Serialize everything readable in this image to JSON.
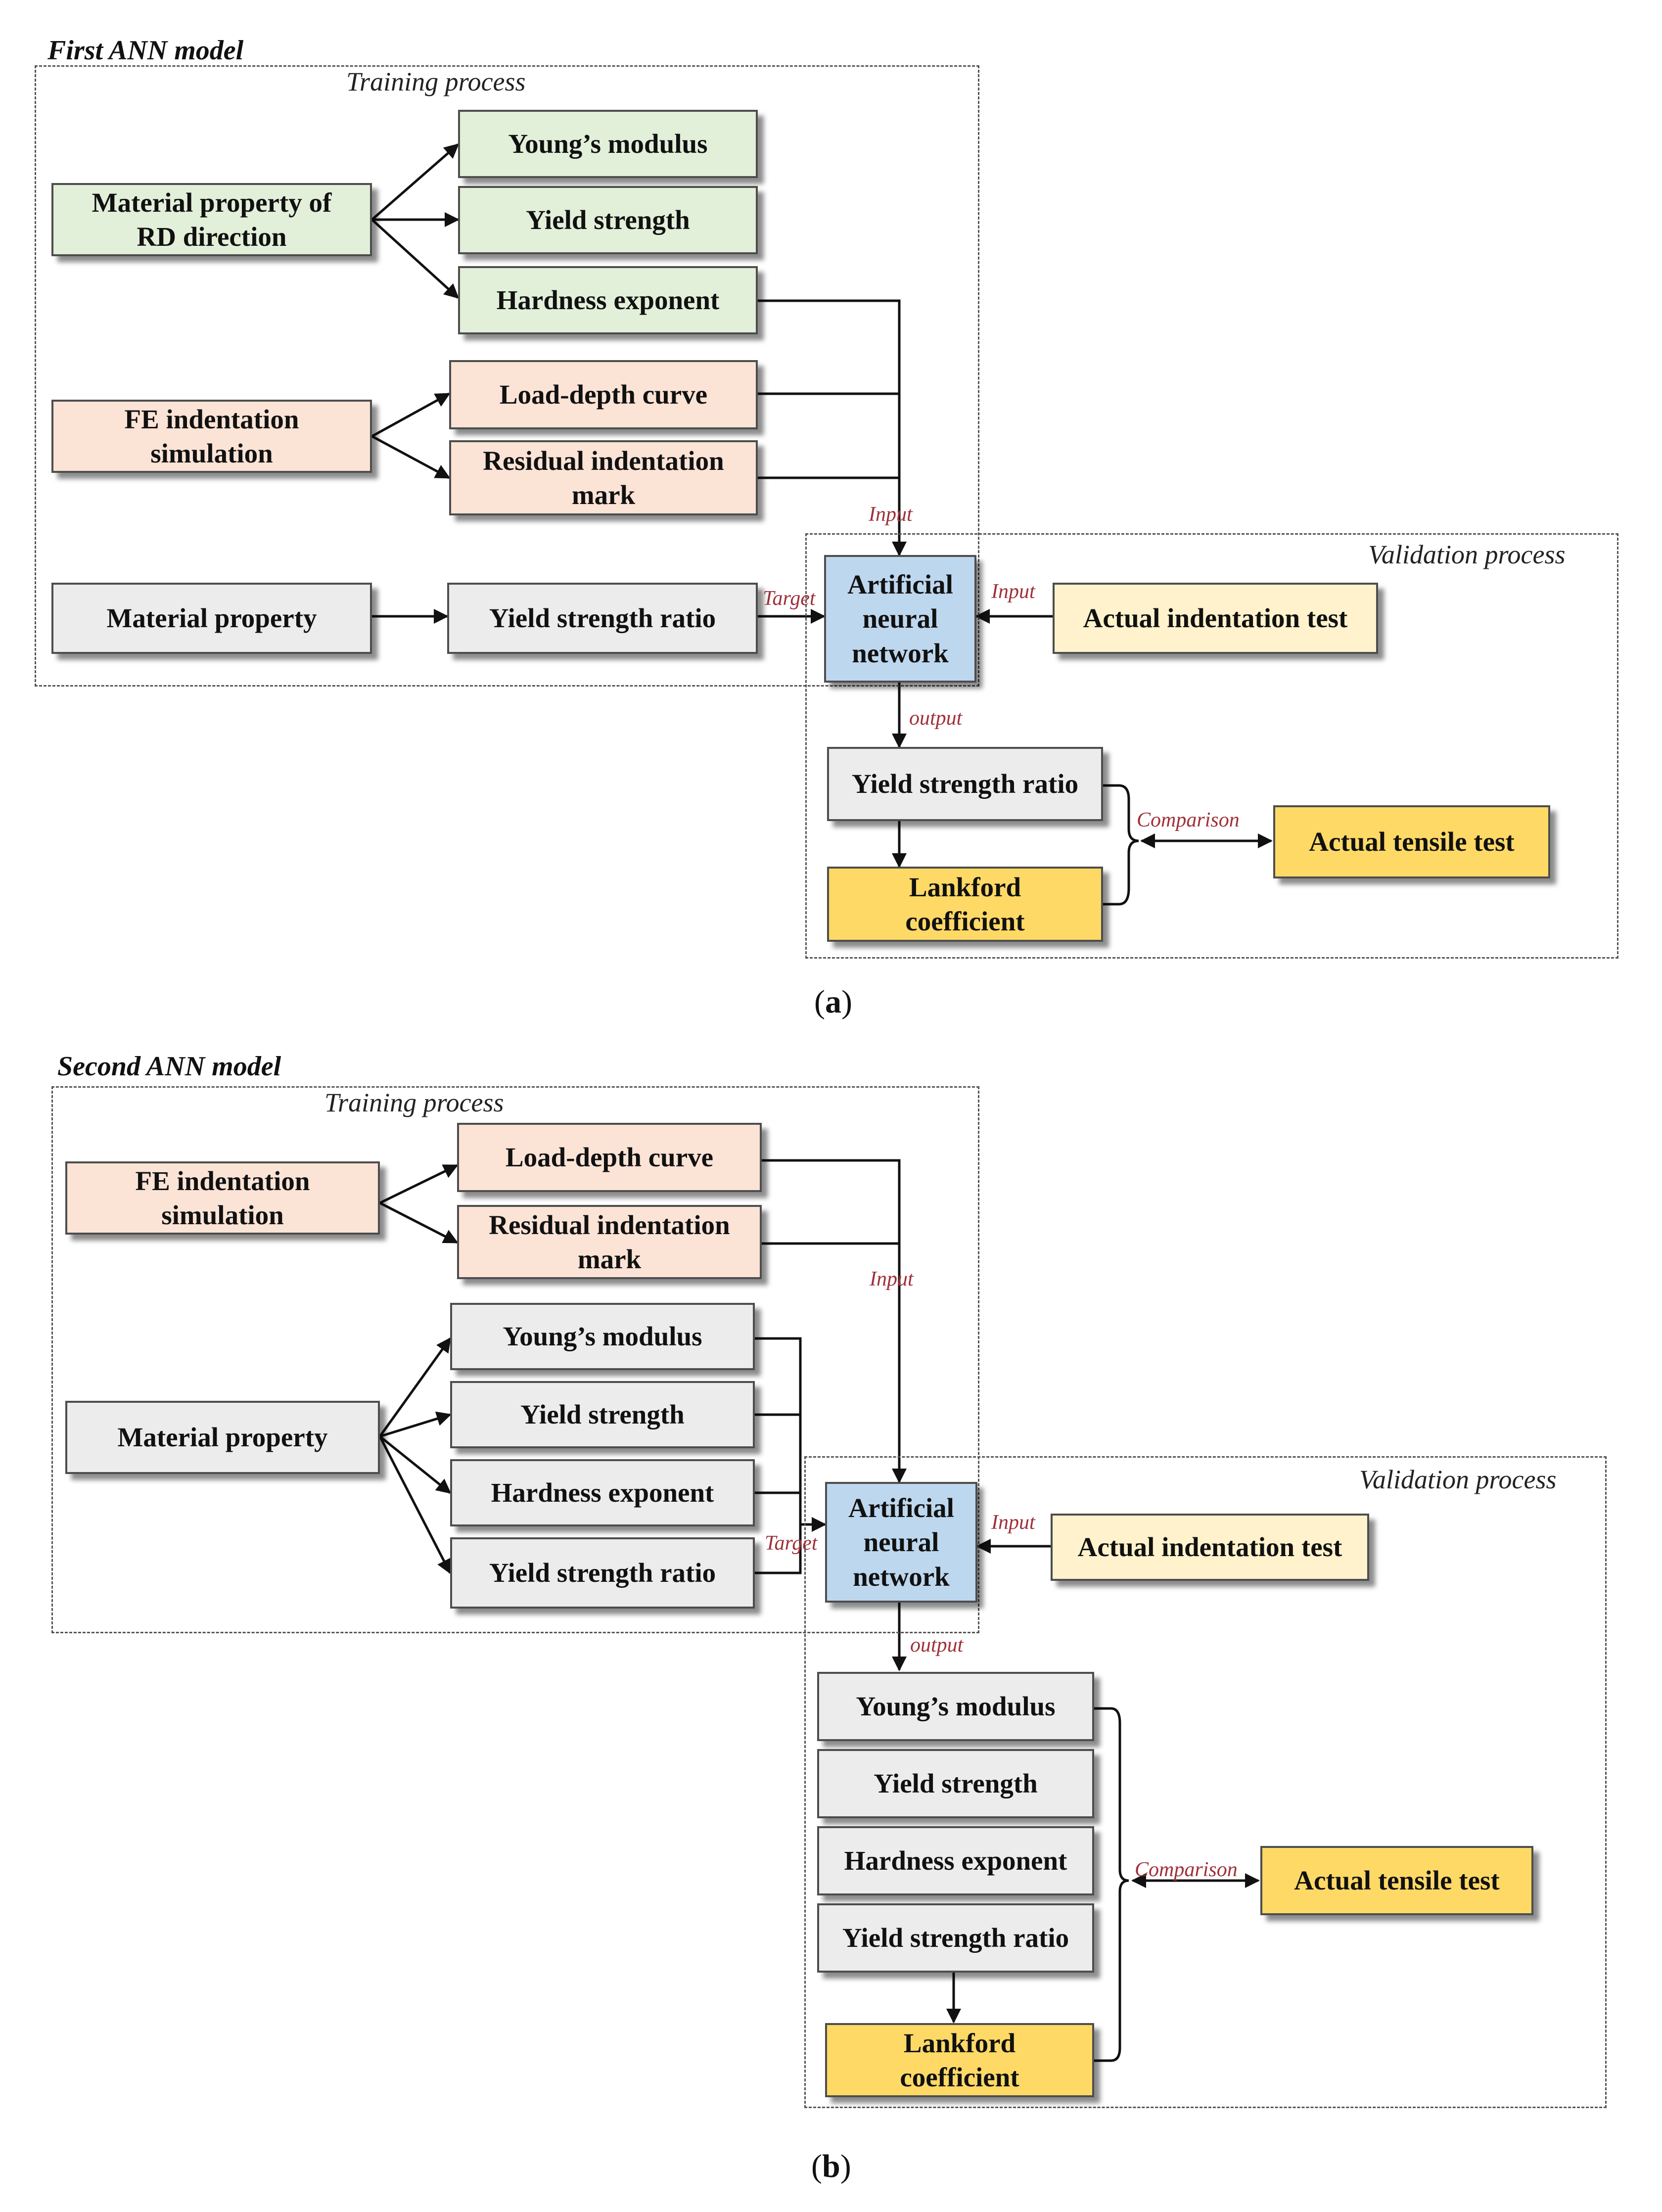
{
  "panel_a": {
    "title": "First ANN model",
    "training_label": "Training process",
    "validation_label": "Validation process",
    "nodes": {
      "mat_rd": "Material property of\nRD direction",
      "youngs": "Young’s modulus",
      "yield": "Yield strength",
      "hardness": "Hardness exponent",
      "fe_sim": "FE indentation\nsimulation",
      "load_depth": "Load-depth curve",
      "residual": "Residual indentation\nmark",
      "mat_prop": "Material property",
      "ysr": "Yield strength ratio",
      "ann": "Artificial\nneural\nnetwork",
      "actual_indent": "Actual indentation test",
      "ysr_out": "Yield strength ratio",
      "lankford": "Lankford\ncoefficient",
      "actual_tensile": "Actual tensile test"
    },
    "edge_labels": {
      "input_top": "Input",
      "target": "Target",
      "input_right": "Input",
      "output": "output",
      "comparison": "Comparison"
    },
    "caption": {
      "open": "(",
      "letter": "a",
      "close": ")"
    }
  },
  "panel_b": {
    "title": "Second ANN model",
    "training_label": "Training process",
    "validation_label": "Validation process",
    "nodes": {
      "fe_sim": "FE indentation\nsimulation",
      "load_depth": "Load-depth curve",
      "residual": "Residual indentation\nmark",
      "mat_prop": "Material property",
      "youngs": "Young’s modulus",
      "yield": "Yield strength",
      "hardness": "Hardness exponent",
      "ysr": "Yield strength ratio",
      "ann": "Artificial\nneural\nnetwork",
      "actual_indent": "Actual indentation test",
      "youngs_out": "Young’s modulus",
      "yield_out": "Yield strength",
      "hardness_out": "Hardness exponent",
      "ysr_out": "Yield strength ratio",
      "lankford": "Lankford\ncoefficient",
      "actual_tensile": "Actual tensile test"
    },
    "edge_labels": {
      "input_top": "Input",
      "target": "Target",
      "input_right": "Input",
      "output": "output",
      "comparison": "Comparison"
    },
    "caption": {
      "open": "(",
      "letter": "b",
      "close": ")"
    }
  },
  "colors": {
    "material_property": "#e2efd9",
    "simulation": "#fbe3d6",
    "neutral": "#ececec",
    "network": "#bdd7ee",
    "actual_indentation": "#fff2cc",
    "actual_tensile": "#ffd966",
    "edge_label": "#a0303a"
  }
}
